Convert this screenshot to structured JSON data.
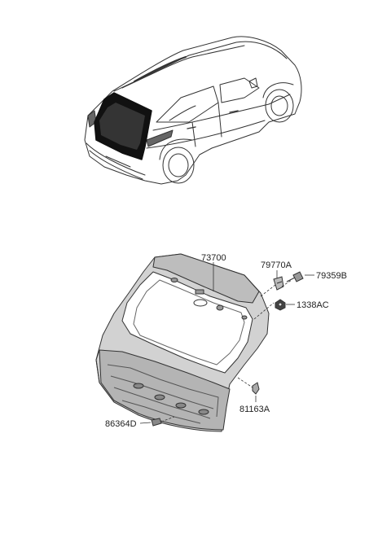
{
  "diagram": {
    "parts": [
      {
        "id": "tailgate",
        "number": "73700"
      },
      {
        "id": "bracket",
        "number": "79770A"
      },
      {
        "id": "bolt",
        "number": "79359B"
      },
      {
        "id": "nut",
        "number": "1338AC"
      },
      {
        "id": "clip",
        "number": "81163A"
      },
      {
        "id": "grommet",
        "number": "86364D"
      }
    ],
    "colors": {
      "line": "#333333",
      "panel": "#d4d4d4",
      "panel_dark": "#a8a8a8",
      "glass": "#111111"
    }
  }
}
